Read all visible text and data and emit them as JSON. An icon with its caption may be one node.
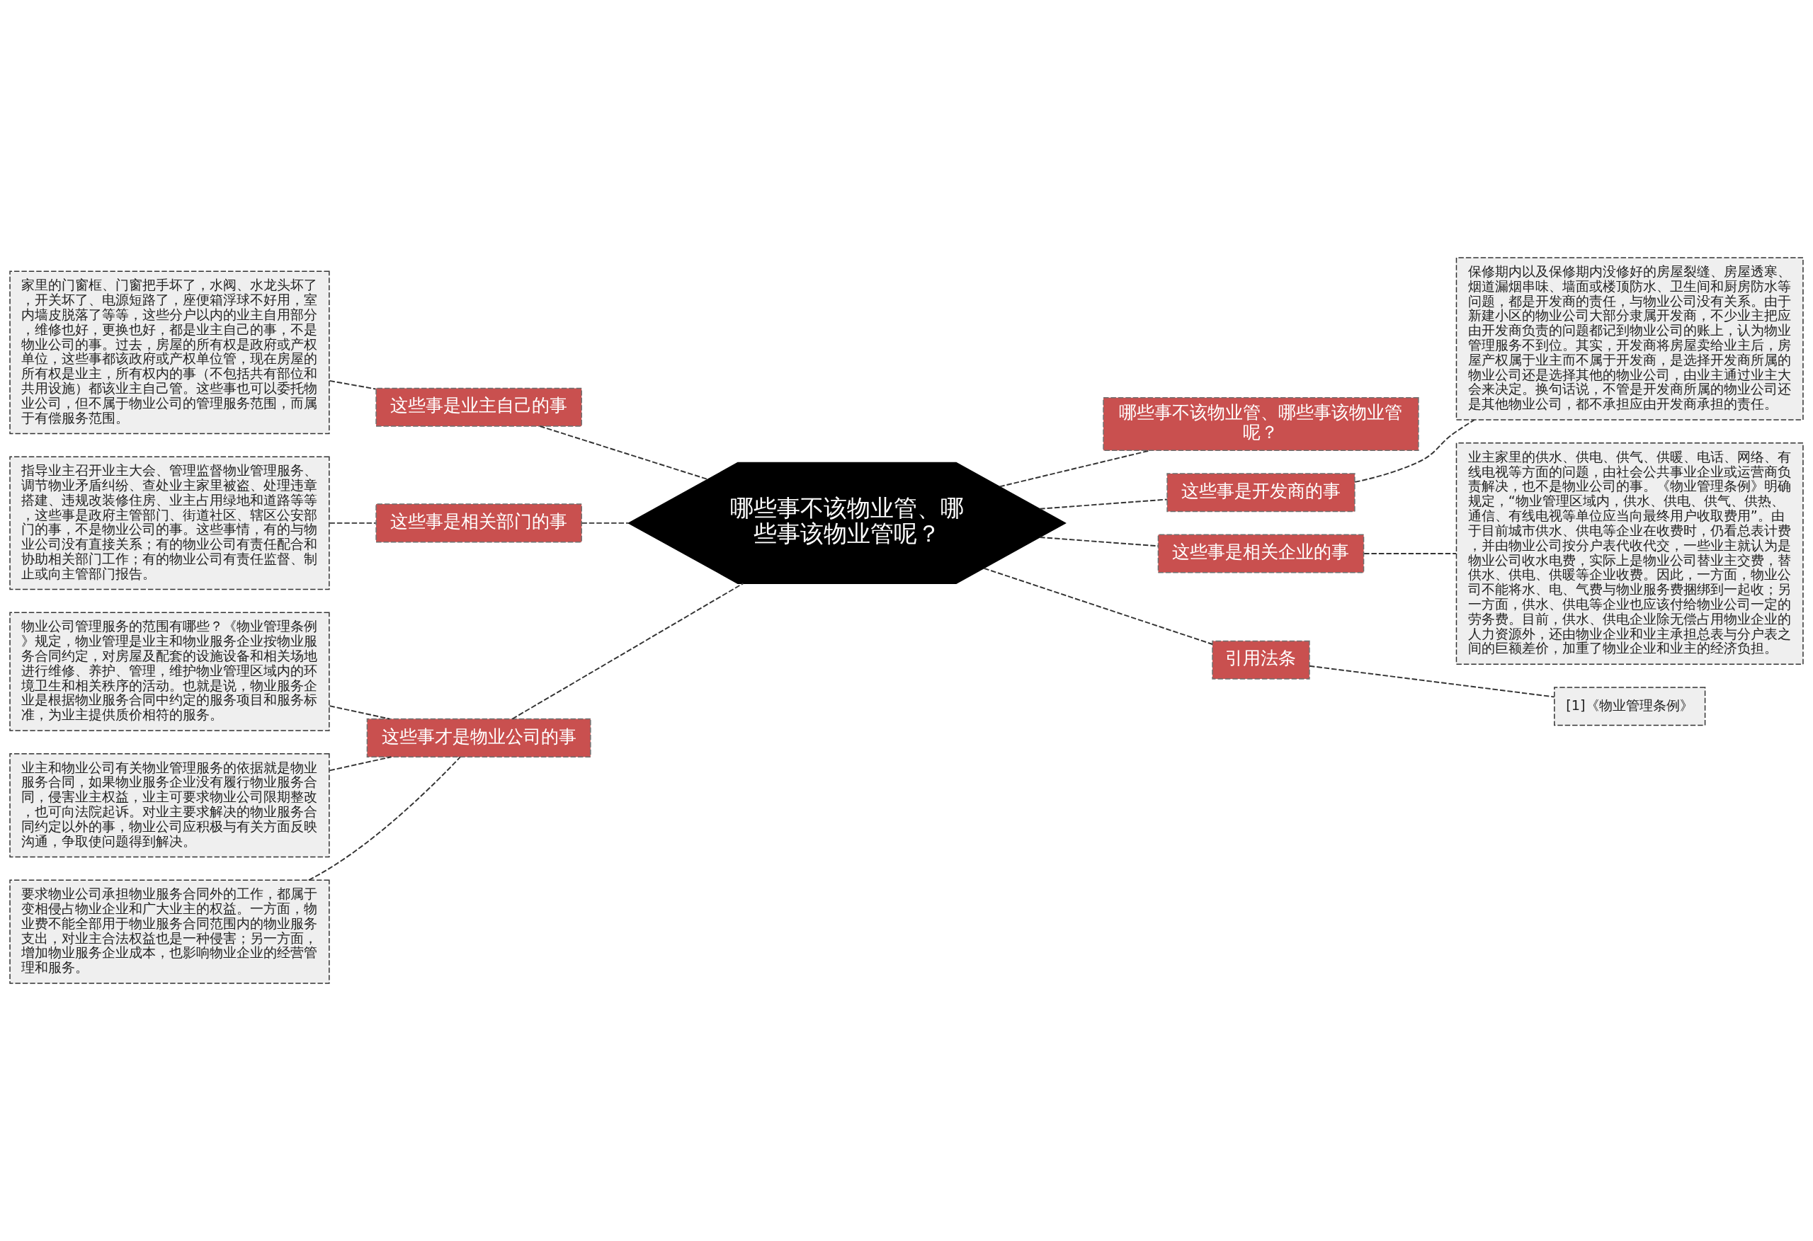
{
  "diagram": {
    "nodes": [
      {
        "text": [
          "哪些事不该物业管、哪些事该物业管呢？"
        ]
      },
      {
        "text": [
          "哪些事不该物业管、哪些事该物业管呢？"
        ]
      },
      {
        "text": [
          "这些事是开发商的事"
        ]
      },
      {
        "text": [
          "保修期内以及保修期内没修好的房屋裂缝、房屋透寒、烟道漏烟串味、墙面或楼顶防水、卫生间和厨房防水等问题，都是开发商的责任，与物业公司没有关系。由于新建小区的物业公司大部分隶属开发商，不少业主把应由开发商负责的问题都记到物业公司的账上，认为物业管理服务不到位。其实，开发商将房屋卖给业主后，房屋产权属于业主而不属于开发商，是选择开发商所属的物业公司还是选择其他的物业公司，由业主通过业主大会来决定。换句话说，不管是开发商所属的物业公司还是其他物业公司，都不承担应由开发商承担的责任。"
        ]
      },
      {
        "text": [
          "这些事是相关企业的事"
        ]
      },
      {
        "text": [
          "业主家里的供水、供电、供气、供暖、电话、网络、有线电视等方面的问题，由社会公共事业企业或运营商负责解决，也不是物业公司的事。《物业管理条例》明确规定，“物业管理区域内，供水、供电、供气、供热、通信、有线电视等单位应当向最终用户收取费用”。由于目前城市供水、供电等企业在收费时，仍看总表计费，并由物业公司按分户表代收代交，一些业主就认为是物业公司收水电费，实际上是物业公司替业主交费，替供水、供电、供暖等企业收费。因此，一方面，物业公司不能将水、电、气费与物业服务费捆绑到一起收；另一方面，供水、供电等企业也应该付给物业公司一定的劳务费。目前，供水、供电企业除无偿占用物业企业的人力资源外，还由物业企业和业主承担总表与分户表之间的巨额差价，加重了物业企业和业主的经济负担。"
        ]
      },
      {
        "text": [
          "引用法条"
        ]
      },
      {
        "text": [
          "[1]《物业管理条例》"
        ]
      },
      {
        "text": [
          "这些事是业主自己的事"
        ]
      },
      {
        "text": [
          "家里的门窗框、门窗把手坏了，水阀、水龙头坏了，开关坏了、电源短路了，座便箱浮球不好用，室内墙皮脱落了等等，这些分户以内的业主自用部分，维修也好，更换也好，都是业主自己的事，不是物业公司的事。过去，房屋的所有权是政府或产权单位，这些事都该政府或产权单位管，现在房屋的所有权是业主，所有权内的事（不包括共有部位和共用设施）都该业主自己管。这些事也可以委托物业公司，但不属于物业公司的管理服务范围，而属于有偿服务范围。"
        ]
      },
      {
        "text": [
          "这些事是相关部门的事"
        ]
      },
      {
        "text": [
          "指导业主召开业主大会、管理监督物业管理服务、调节物业矛盾纠纷、查处业主家里被盗、处理违章搭建、违规改装修住房、业主占用绿地和道路等等，这些事是政府主管部门、街道社区、辖区公安部门的事，不是物业公司的事。这些事情，有的与物业公司没有直接关系；有的物业公司有责任配合和协助相关部门工作；有的物业公司有责任监督、制止或向主管部门报告。"
        ]
      },
      {
        "text": [
          "这些事才是物业公司的事"
        ]
      },
      {
        "text": [
          "物业公司管理服务的范围有哪些？《物业管理条例》规定，物业管理是业主和物业服务企业按物业服务合同约定，对房屋及配套的设施设备和相关场地进行维修、养护、管理，维护物业管理区域内的环境卫生和相关秩序的活动。也就是说，物业服务企业是根据物业服务合同中约定的服务项目和服务标准，为业主提供质价相符的服务。"
        ]
      },
      {
        "text": [
          "业主和物业公司有关物业管理服务的依据就是物业服务合同，如果物业服务企业没有履行物业服务合同，侵害业主权益，业主可要求物业公司限期整改，也可向法院起诉。对业主要求解决的物业服务合同约定以外的事，物业公司应积极与有关方面反映沟通，争取使问题得到解决。"
        ]
      },
      {
        "text": [
          "要求物业公司承担物业服务合同外的工作，都属于变相侵占物业企业和广大业主的权益。一方面，物业费不能全部用于物业服务合同范围内的物业服务支出，对业主合法权益也是一种侵害；另一方面，增加物业服务企业成本，也影响物业企业的经营管理和服务。"
        ]
      }
    ],
    "edges": [
      {
        "from": 0,
        "to": 1,
        "arrow": "none"
      },
      {
        "from": 0,
        "to": 2,
        "arrow": "none"
      },
      {
        "from": 2,
        "to": 3,
        "arrow": "none"
      },
      {
        "from": 0,
        "to": 4,
        "arrow": "none"
      },
      {
        "from": 4,
        "to": 5,
        "arrow": "none"
      },
      {
        "from": 0,
        "to": 6,
        "arrow": "none"
      },
      {
        "from": 6,
        "to": 7,
        "arrow": "none"
      },
      {
        "from": 0,
        "to": 8,
        "arrow": "none"
      },
      {
        "from": 8,
        "to": 9,
        "arrow": "none"
      },
      {
        "from": 0,
        "to": 10,
        "arrow": "none"
      },
      {
        "from": 10,
        "to": 11,
        "arrow": "none"
      },
      {
        "from": 0,
        "to": 12,
        "arrow": "none"
      },
      {
        "from": 12,
        "to": 13,
        "arrow": "none"
      },
      {
        "from": 12,
        "to": 14,
        "arrow": "none"
      },
      {
        "from": 12,
        "to": 15,
        "arrow": "none"
      }
    ]
  }
}
